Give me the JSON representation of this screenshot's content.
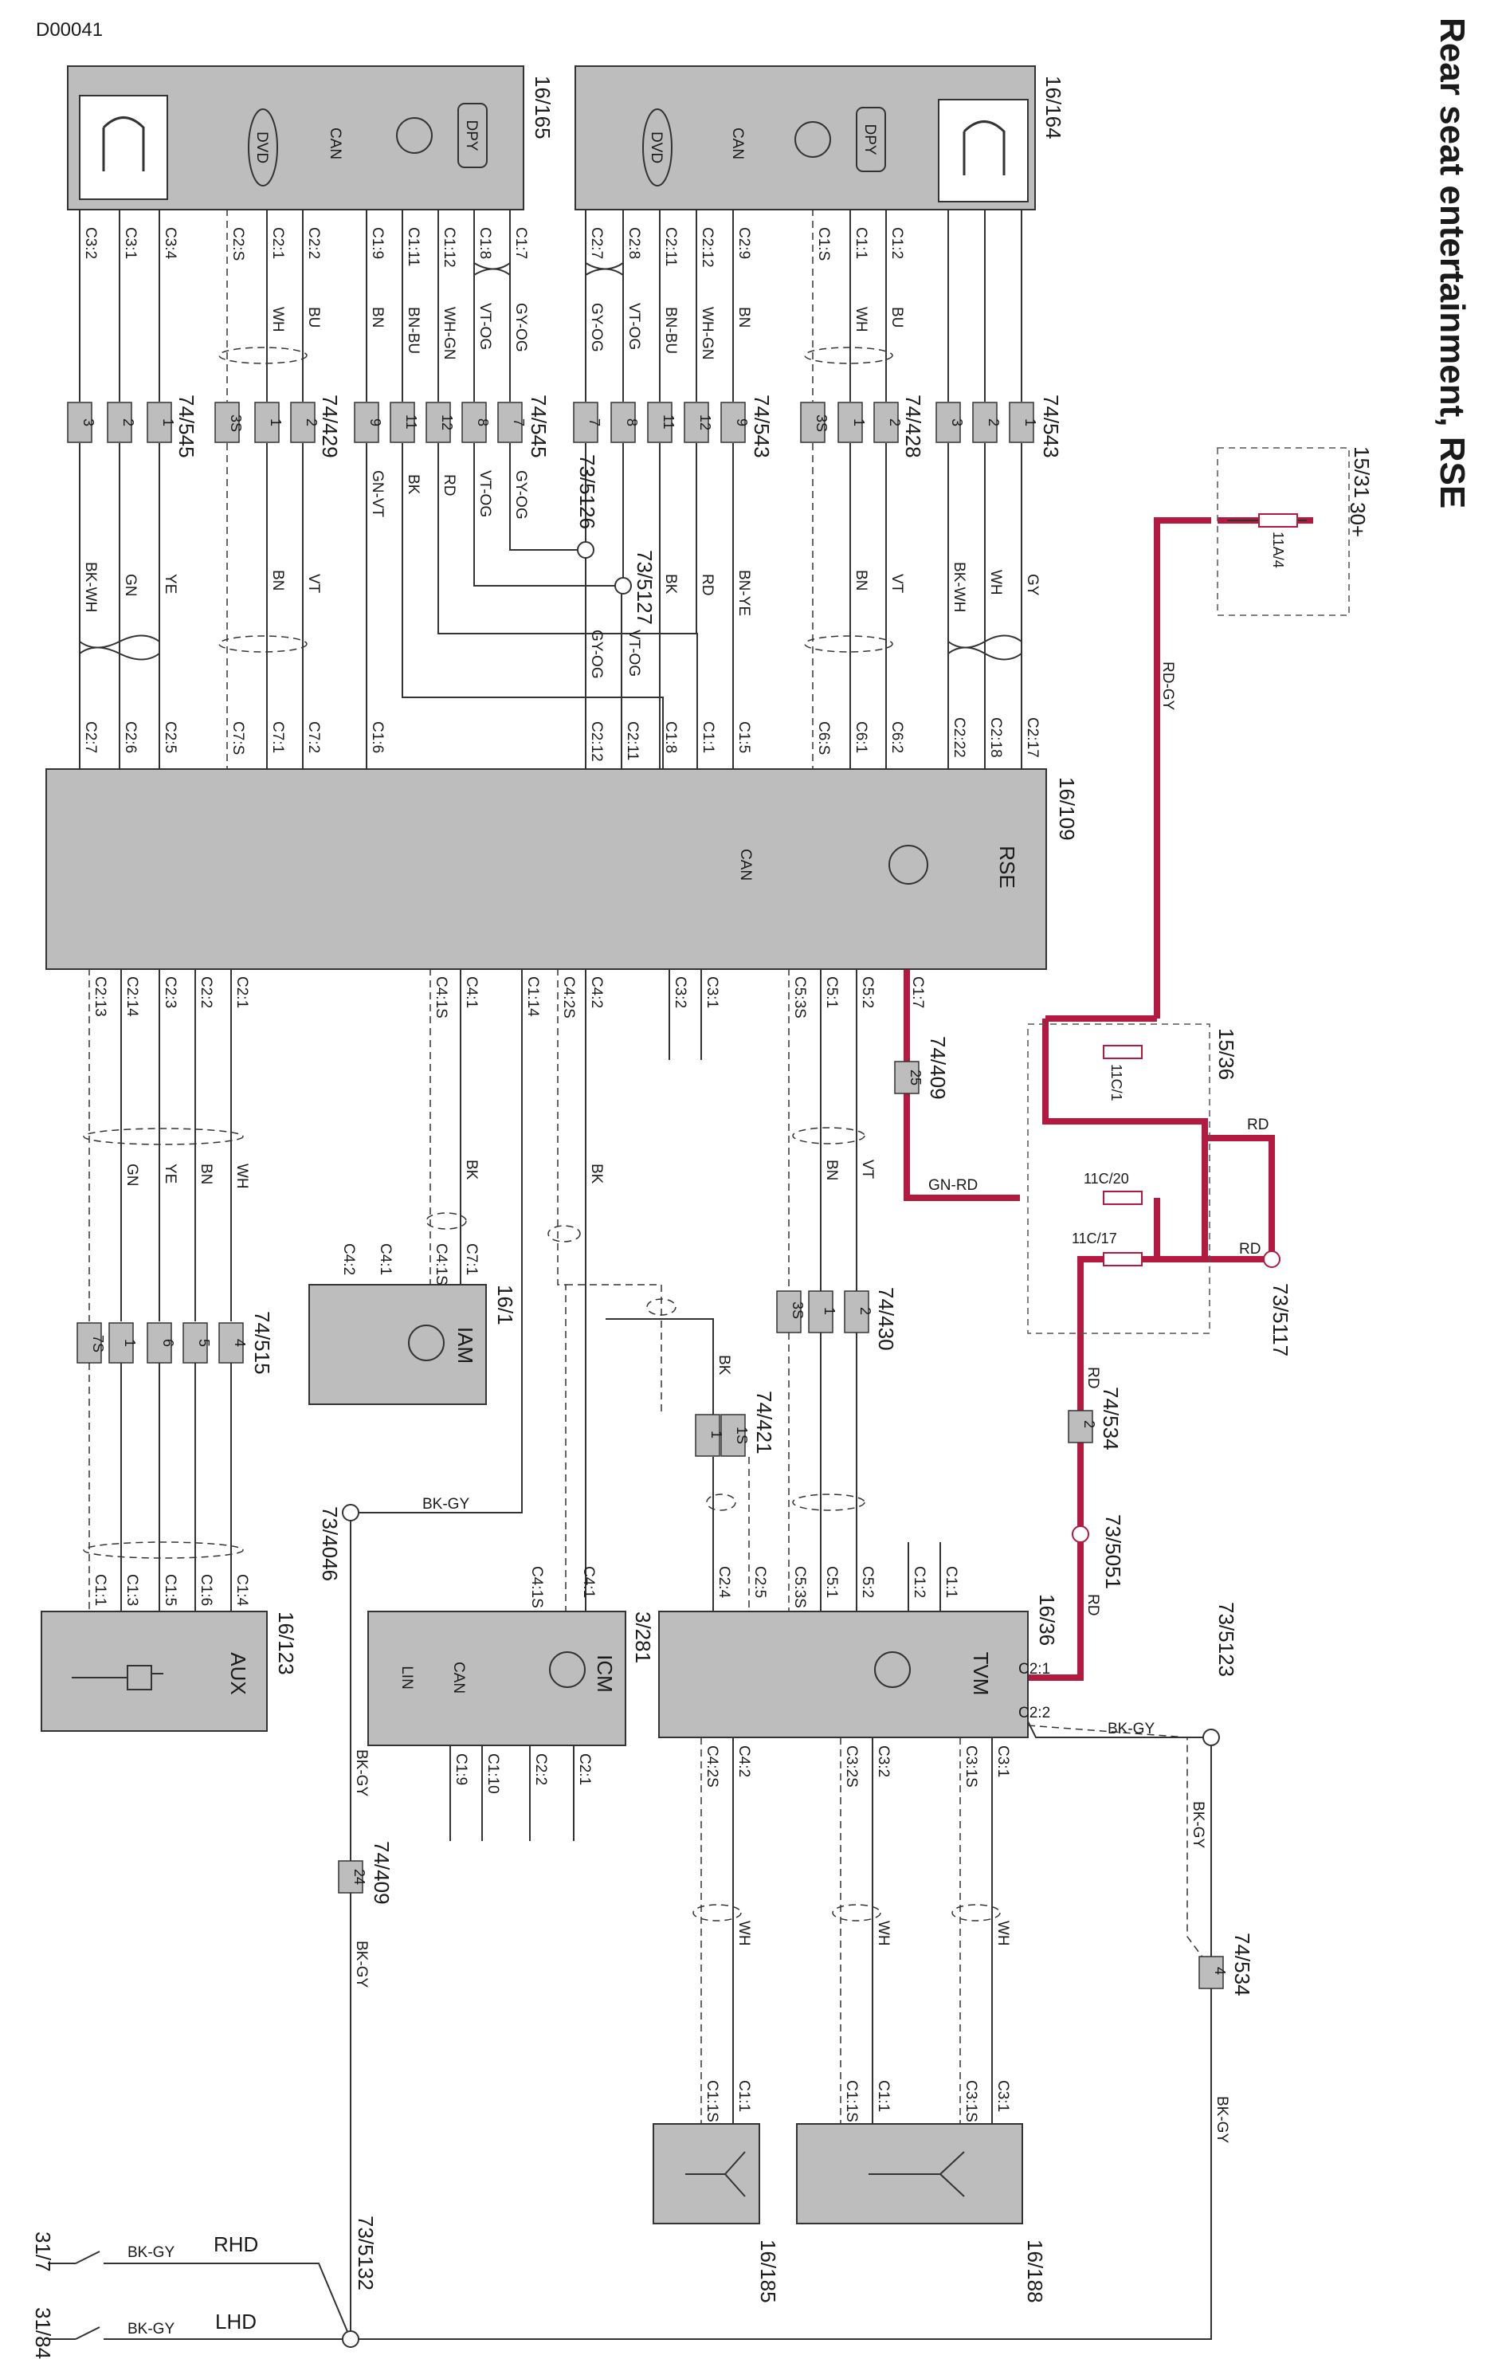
{
  "doc_id": "D00041",
  "title": "Rear seat entertainment, RSE",
  "supply": "30+",
  "components": [
    {
      "id": "16/165",
      "glyphs": [
        "DVD",
        "CAN",
        "DPY"
      ]
    },
    {
      "id": "16/164",
      "glyphs": [
        "DVD",
        "CAN",
        "DPY"
      ]
    },
    {
      "id": "16/109",
      "name": "RSE",
      "glyphs": [
        "CAN"
      ]
    },
    {
      "id": "16/1",
      "name": "IAM"
    },
    {
      "id": "3/281",
      "name": "ICM",
      "glyphs": [
        "CAN",
        "LIN"
      ]
    },
    {
      "id": "16/36",
      "name": "TVM"
    },
    {
      "id": "16/123",
      "name": "AUX"
    },
    {
      "id": "16/185"
    },
    {
      "id": "16/188"
    }
  ],
  "fuse_box_ids": [
    "15/31",
    "15/36"
  ],
  "fuses": [
    "11A/4",
    "11C/1",
    "11C/20",
    "11C/17"
  ],
  "connectors": [
    {
      "id": "74/545",
      "cells": [
        "3",
        "2",
        "1"
      ]
    },
    {
      "id": "74/429",
      "cells": [
        "3S",
        "1",
        "2"
      ]
    },
    {
      "id": "74/545",
      "cells": [
        "9",
        "11",
        "12",
        "8",
        "7"
      ]
    },
    {
      "id": "74/543",
      "cells": [
        "7",
        "8",
        "11",
        "12",
        "9"
      ]
    },
    {
      "id": "74/428",
      "cells": [
        "3S",
        "1",
        "2"
      ]
    },
    {
      "id": "74/543",
      "cells": [
        "3",
        "2",
        "1"
      ]
    },
    {
      "id": "74/409",
      "cells": [
        "25"
      ]
    },
    {
      "id": "74/515",
      "cells": [
        "7S",
        "1",
        "6",
        "5",
        "4"
      ]
    },
    {
      "id": "74/430",
      "cells": [
        "3S",
        "1",
        "2"
      ]
    },
    {
      "id": "74/421",
      "cells": [
        "1",
        "1S"
      ]
    },
    {
      "id": "74/534",
      "cells": [
        "2"
      ]
    },
    {
      "id": "74/409",
      "cells": [
        "24"
      ]
    },
    {
      "id": "74/534",
      "cells": [
        "4"
      ]
    }
  ],
  "splices": [
    "73/5126",
    "73/5127",
    "73/5117",
    "73/5051",
    "73/5123",
    "73/4046",
    "73/5132"
  ],
  "grounds": [
    "31/7",
    "31/84"
  ],
  "ground_labels": [
    "RHD",
    "LHD"
  ],
  "pins": {
    "c165": [
      "C3:2",
      "C3:1",
      "C3:4",
      "C2:S",
      "C2:1",
      "C2:2",
      "C1:9",
      "C1:11",
      "C1:12",
      "C1:8",
      "C1:7"
    ],
    "c164": [
      "C2:7",
      "C2:8",
      "C2:11",
      "C2:12",
      "C2:9",
      "C1:S",
      "C1:1",
      "C1:2"
    ],
    "rse_top": [
      "C2:7",
      "C2:6",
      "C2:5",
      "C7:S",
      "C7:1",
      "C7:2",
      "C1:6",
      "C2:12",
      "C2:11",
      "C1:8",
      "C1:1",
      "C1:5",
      "C6:S",
      "C6:1",
      "C6:2",
      "C2:22",
      "C2:18",
      "C2:17"
    ],
    "rse_bottom": [
      "C2:13",
      "C2:14",
      "C2:3",
      "C2:2",
      "C2:1",
      "C4:1S",
      "C4:1",
      "C1:14",
      "C4:2S",
      "C4:2",
      "C3:2",
      "C3:1",
      "C5:3S",
      "C5:1",
      "C5:2",
      "C1:7"
    ],
    "iam": [
      "C4:2",
      "C4:1",
      "C4:1S",
      "C7:1"
    ],
    "aux": [
      "C1:1",
      "C1:3",
      "C1:5",
      "C1:6",
      "C1:4"
    ],
    "icm_top": [
      "C4:1S",
      "C4:1"
    ],
    "icm_bottom": [
      "C1:9",
      "C1:10",
      "C2:2",
      "C2:1"
    ],
    "tvm_top": [
      "C2:4",
      "C2:5",
      "C5:3S",
      "C5:1",
      "C5:2",
      "C1:2",
      "C1:1"
    ],
    "tvm_right": [
      "C2:1",
      "C2:2"
    ],
    "tvm_bottom": [
      "C4:2S",
      "C4:2",
      "C3:2S",
      "C3:2",
      "C3:1S",
      "C3:1"
    ],
    "ant185": [
      "C1:1S",
      "C1:1"
    ],
    "ant188": [
      "C1:1S",
      "C1:1",
      "C3:1S",
      "C3:1"
    ]
  },
  "wire_colors": {
    "upper_165": [
      "WH",
      "BU",
      "BN",
      "BN-BU",
      "WH-GN",
      "VT-OG",
      "GY-OG"
    ],
    "upper_164": [
      "GY-OG",
      "VT-OG",
      "BN-BU",
      "WH-GN",
      "BN",
      "WH",
      "BU"
    ],
    "mid_left": [
      "BK-WH",
      "GN",
      "YE",
      "BN",
      "VT",
      "GN-VT",
      "BK",
      "RD",
      "VT-OG",
      "GY-OG"
    ],
    "mid_right": [
      "GY-OG",
      "VT-OG",
      "BK",
      "RD",
      "BN-YE",
      "BN",
      "VT",
      "BK-WH",
      "WH",
      "GY"
    ],
    "power": [
      "RD-GY",
      "RD",
      "RD",
      "GN-RD",
      "RD",
      "RD"
    ],
    "lower": [
      "GN",
      "YE",
      "BN",
      "WH",
      "BK",
      "BK",
      "BN",
      "VT",
      "BK",
      "BK-GY",
      "BK-GY",
      "BK-GY",
      "BK-GY",
      "WH",
      "WH",
      "WH",
      "BK-GY",
      "BK-GY",
      "BK-GY",
      "BK-GY"
    ]
  }
}
